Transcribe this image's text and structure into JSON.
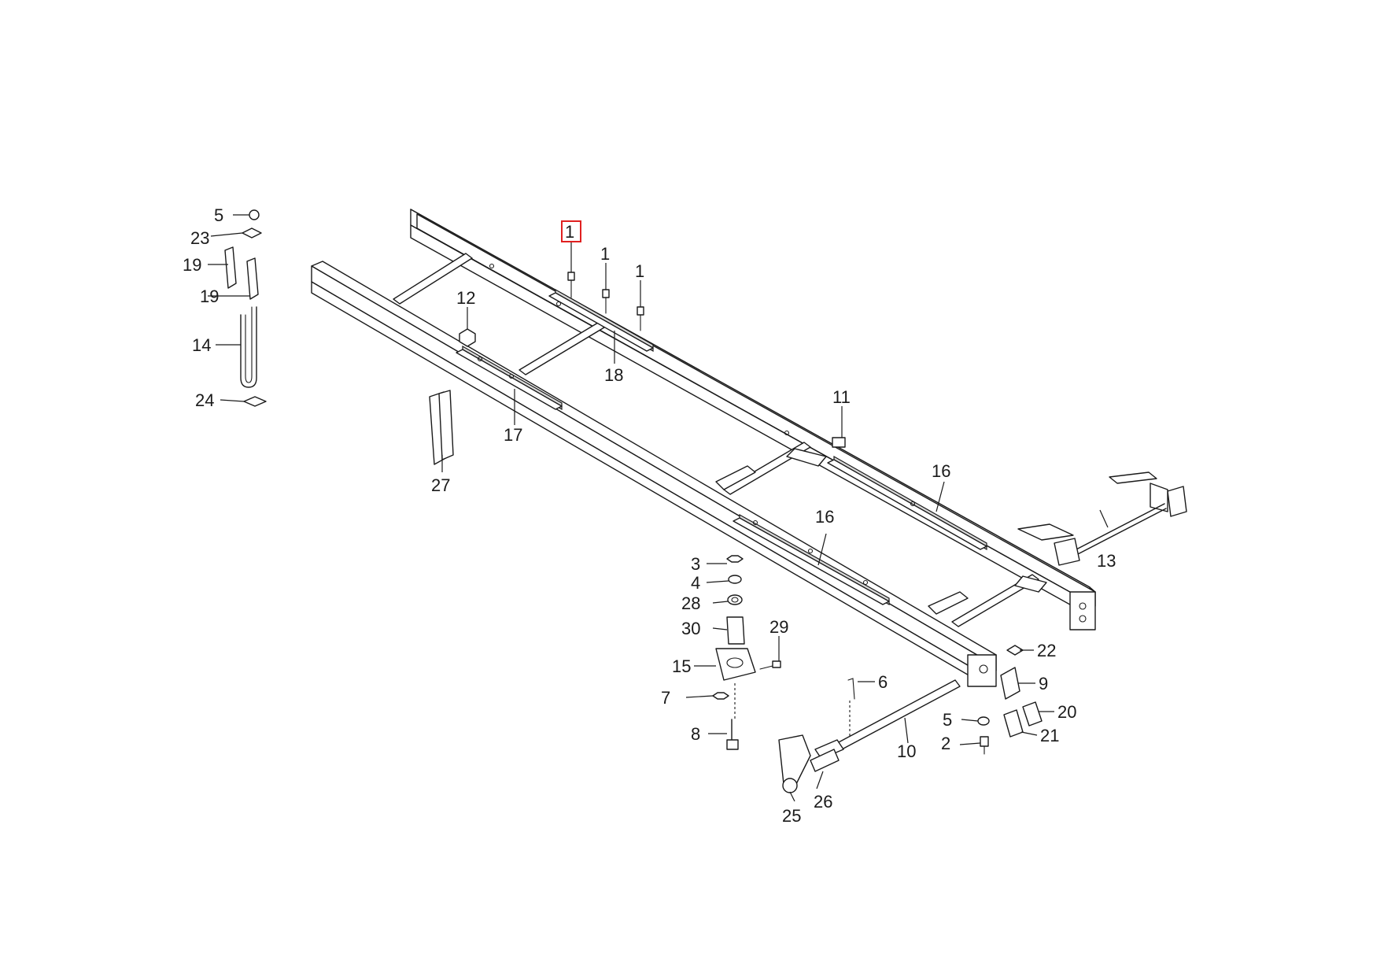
{
  "callouts": [
    {
      "id": "c1a",
      "label": "1",
      "highlight": true
    },
    {
      "id": "c1b",
      "label": "1"
    },
    {
      "id": "c1c",
      "label": "1"
    },
    {
      "id": "c2",
      "label": "2"
    },
    {
      "id": "c3",
      "label": "3"
    },
    {
      "id": "c4",
      "label": "4"
    },
    {
      "id": "c5a",
      "label": "5"
    },
    {
      "id": "c5b",
      "label": "5"
    },
    {
      "id": "c6",
      "label": "6"
    },
    {
      "id": "c7",
      "label": "7"
    },
    {
      "id": "c8",
      "label": "8"
    },
    {
      "id": "c9",
      "label": "9"
    },
    {
      "id": "c10",
      "label": "10"
    },
    {
      "id": "c11",
      "label": "11"
    },
    {
      "id": "c12",
      "label": "12"
    },
    {
      "id": "c13",
      "label": "13"
    },
    {
      "id": "c14",
      "label": "14"
    },
    {
      "id": "c15",
      "label": "15"
    },
    {
      "id": "c16a",
      "label": "16"
    },
    {
      "id": "c16b",
      "label": "16"
    },
    {
      "id": "c17",
      "label": "17"
    },
    {
      "id": "c18",
      "label": "18"
    },
    {
      "id": "c19a",
      "label": "19"
    },
    {
      "id": "c19b",
      "label": "19"
    },
    {
      "id": "c20",
      "label": "20"
    },
    {
      "id": "c21",
      "label": "21"
    },
    {
      "id": "c22",
      "label": "22"
    },
    {
      "id": "c23",
      "label": "23"
    },
    {
      "id": "c24",
      "label": "24"
    },
    {
      "id": "c25",
      "label": "25"
    },
    {
      "id": "c26",
      "label": "26"
    },
    {
      "id": "c27",
      "label": "27"
    },
    {
      "id": "c28",
      "label": "28"
    },
    {
      "id": "c29",
      "label": "29"
    },
    {
      "id": "c30",
      "label": "30"
    }
  ],
  "colors": {
    "line": "#1a1a1a",
    "highlight": "#e02020",
    "background": "#ffffff"
  }
}
